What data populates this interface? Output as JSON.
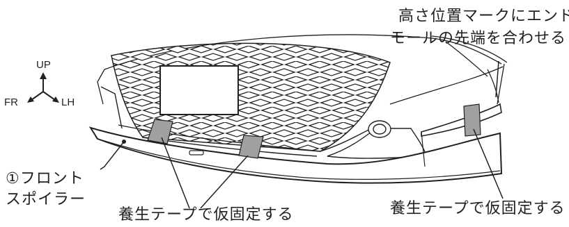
{
  "orientation": {
    "up": "UP",
    "front": "FR",
    "left": "LH"
  },
  "callouts": {
    "height_mark_line1": "高さ位置マークにエンド",
    "height_mark_line2": "モールの先端を合わせる",
    "part_line1": "①フロント",
    "part_line2": "スポイラー",
    "tape_center": "養生テープで仮固定する",
    "tape_right": "養生テープで仮固定する"
  },
  "colors": {
    "line": "#231f20",
    "tape": "#a0a0a0",
    "body": "#ffffff"
  },
  "icons": [
    "orientation-axes-icon",
    "fog-lamp-icon",
    "license-plate-icon"
  ]
}
